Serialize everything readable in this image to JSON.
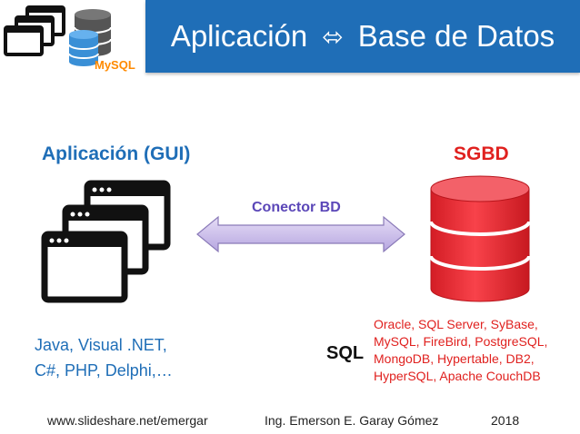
{
  "header": {
    "title_left": "Aplicación",
    "arrow_symbol": "⬄",
    "title_right": "Base de Datos",
    "logo_badge": "MySQL",
    "bar_color": "#1f6eb7"
  },
  "app": {
    "heading": "Aplicación (GUI)",
    "languages_line1": "Java, Visual .NET,",
    "languages_line2": "C#, PHP, Delphi,…",
    "icon": "windows-stack-icon"
  },
  "connector": {
    "label": "Conector BD",
    "icon": "double-arrow-icon"
  },
  "dbms": {
    "heading": "SGBD",
    "icon": "database-cylinder-icon",
    "protocol": "SQL",
    "products": [
      "Oracle, SQL Server, SyBase,",
      "MySQL, FireBird, PostgreSQL,",
      "MongoDB, Hypertable, DB2,",
      "HyperSQL, Apache CouchDB"
    ]
  },
  "footer": {
    "url": "www.slideshare.net/emergar",
    "author": "Ing. Emerson E. Garay Gómez",
    "year": "2018"
  },
  "colors": {
    "blue": "#1f6eb7",
    "red": "#e0211f",
    "connector_fill": "#cfc3ea",
    "database_fill": "#f2323a"
  }
}
